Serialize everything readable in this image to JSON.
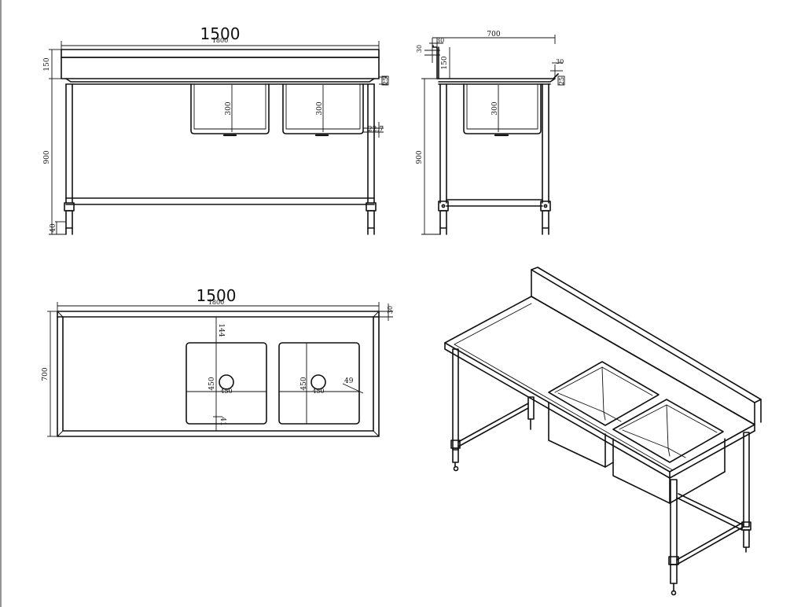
{
  "front_view": {
    "overall_length": "1500",
    "overall_length_small": "1800",
    "backsplash_height": "150",
    "bowl_depth_left": "300",
    "bowl_depth_right": "300",
    "worktop_height": "900",
    "leg_foot": "40",
    "edge_thickness": "25",
    "overflow_offset": "22.7"
  },
  "side_view": {
    "depth": "700",
    "back_thickness": "30",
    "backsplash_height": "150",
    "front_lip": "30",
    "edge_thickness": "25",
    "bowl_depth": "300",
    "worktop_height": "900"
  },
  "top_view": {
    "overall_length": "1500",
    "overall_length_small": "1800",
    "back_thickness": "30",
    "depth": "700",
    "bowl_offset": "144",
    "bowl_left_width": "450",
    "bowl_left_length": "450",
    "bowl_right_width": "450",
    "bowl_right_length": "450",
    "front_margin": "41",
    "corner_radius": "49"
  }
}
